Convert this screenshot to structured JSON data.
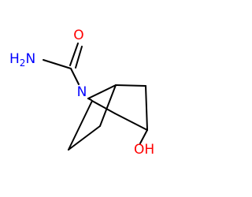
{
  "structure": {
    "atoms": {
      "oxygen_carbonyl": {
        "symbol": "O",
        "color": "#ff0000"
      },
      "amine": {
        "symbol": "H2N",
        "main": "H",
        "sub": "2",
        "tail": "N",
        "color": "#0000ff"
      },
      "bridge_nitrogen": {
        "symbol": "N",
        "color": "#0000ff"
      },
      "hydroxyl": {
        "symbol": "OH",
        "color": "#ff0000"
      }
    },
    "bond_color": "#000000",
    "background": "#ffffff"
  }
}
